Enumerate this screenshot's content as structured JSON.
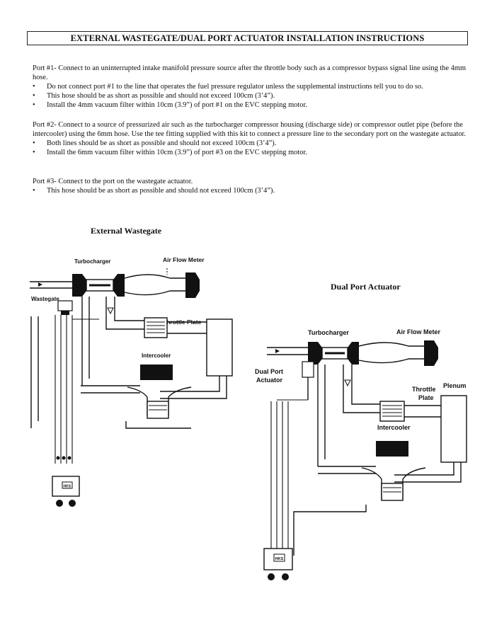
{
  "header": {
    "title": "EXTERNAL WASTEGATE/DUAL PORT ACTUATOR INSTALLATION INSTRUCTIONS"
  },
  "port1": {
    "intro": "Port #1- Connect to an uninterrupted intake manifold pressure source after the throttle body such as a compressor bypass signal line using the 4mm hose.",
    "bullets": [
      "Do not connect port #1 to the line that operates the fuel pressure regulator unless the supplemental instructions tell you to do so.",
      "This hose should be as short as possible and should not exceed 100cm (3’4”).",
      "Install the 4mm vacuum filter within 10cm (3.9”) of port #1 on the EVC stepping motor."
    ]
  },
  "port2": {
    "intro": "Port #2- Connect to a source of pressurized air such as the turbocharger compressor housing (discharge side) or compressor outlet pipe (before the intercooler) using the 6mm hose. Use the tee fitting supplied with this kit to connect a pressure line to the secondary port on the wastegate actuator.",
    "bullets": [
      "Both lines should be as short as possible and should not exceed 100cm (3’4”).",
      "Install the 6mm vacuum filter within 10cm (3.9”) of port #3 on the EVC stepping motor."
    ]
  },
  "port3": {
    "intro": "Port #3- Connect to the port on the wastegate actuator.",
    "bullets": [
      "This hose should be as short as possible and should not exceed 100cm (3’4”)."
    ]
  },
  "bullet_symbol": "•",
  "diagram_left": {
    "title": "External Wastegate",
    "labels": {
      "turbocharger": "Turbocharger",
      "air_flow_meter": "Air Flow Meter",
      "wastegate": "Wastegate",
      "throttle_plate": "Throttle Plate",
      "intercooler": "Intercooler",
      "controller": "HKS"
    }
  },
  "diagram_right": {
    "title": "Dual Port Actuator",
    "labels": {
      "turbocharger": "Turbocharger",
      "air_flow_meter": "Air Flow Meter",
      "dual_port_line1": "Dual Port",
      "dual_port_line2": "Actuator",
      "throttle_line1": "Throttle",
      "throttle_line2": "Plate",
      "plenum": "Plenum",
      "intercooler": "Intercooler",
      "controller": "HKS"
    }
  }
}
